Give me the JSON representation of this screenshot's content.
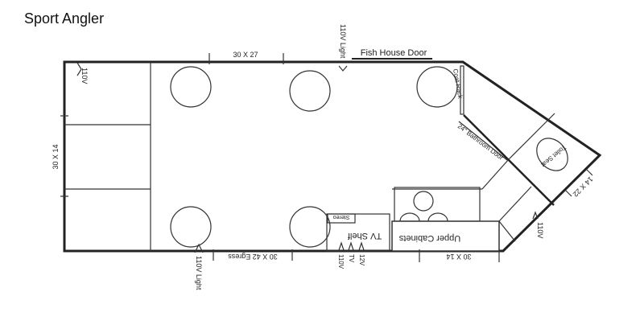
{
  "title": "Sport Angler",
  "labels": {
    "top_window": "30 X 27",
    "top_light": "110V Light",
    "door": "Fish House Door",
    "left_outlet": "110V",
    "left_window": "30 X 14",
    "coat_rack": "Coat Rack",
    "bathroom_door": "24\" Bathroom Door",
    "toilet": "Toilet Seat",
    "bath_window": "14 X 22",
    "right_outlet": "110V",
    "upper_cabinets": "Upper Cabinets",
    "bottom_window": "30 X 14",
    "tv_shelf": "TV Shelf",
    "stereo": "Stereo",
    "tv_110v": "110V",
    "tv_tv": "TV",
    "tv_12v": "12V",
    "egress": "30 X 42 Egress",
    "bottom_light": "110V Light"
  }
}
